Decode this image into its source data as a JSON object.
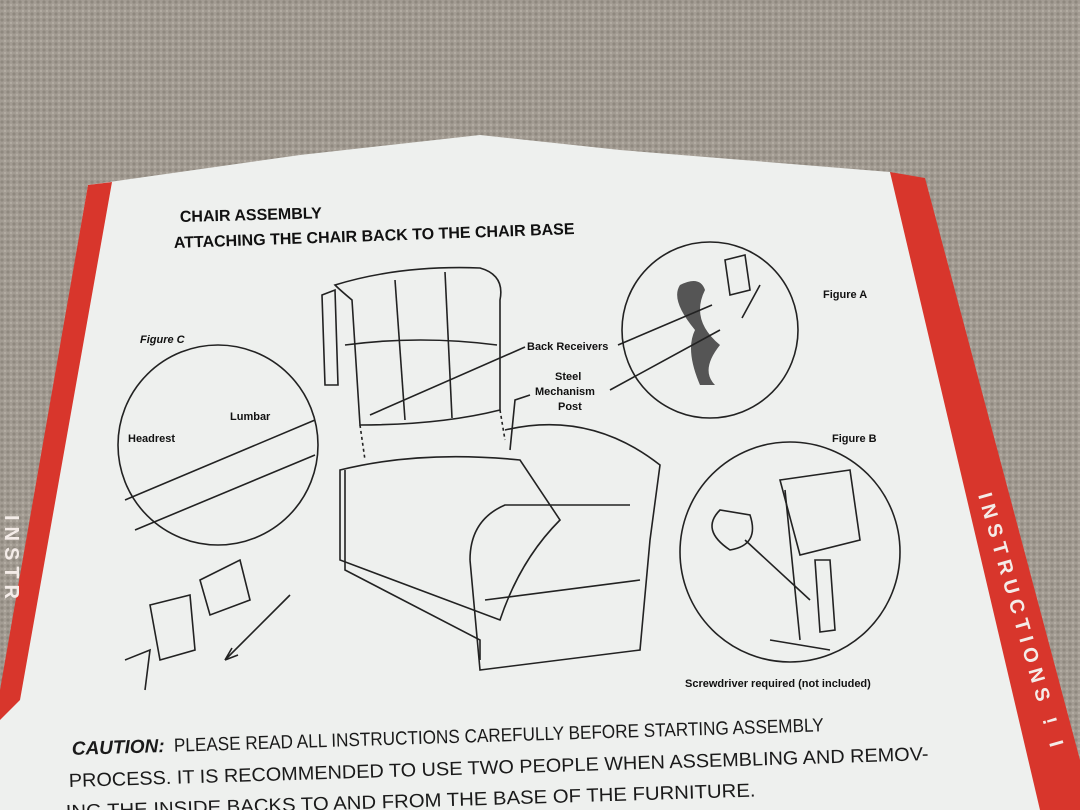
{
  "heading": {
    "line1": "CHAIR ASSEMBLY",
    "line2": "ATTACHING THE CHAIR BACK TO THE CHAIR BASE"
  },
  "labels": {
    "figure_a": "Figure A",
    "figure_b": "Figure B",
    "figure_c": "Figure C",
    "back_receivers": "Back Receivers",
    "steel_1": "Steel",
    "steel_2": "Mechanism",
    "steel_3": "Post",
    "headrest": "Headrest",
    "lumbar": "Lumbar",
    "screwdriver_note": "Screwdriver required (not included)"
  },
  "caution": {
    "prefix": "CAUTION:",
    "line1": "PLEASE READ ALL INSTRUCTIONS CAREFULLY BEFORE STARTING ASSEMBLY",
    "line2": "PROCESS. IT IS RECOMMENDED TO USE TWO PEOPLE WHEN ASSEMBLING AND REMOV-",
    "line3": "ING THE INSIDE BACKS TO AND FROM THE BASE OF THE FURNITURE."
  },
  "side_strips": {
    "right": "INSTRUCTIONS ! I",
    "left": "INSTR"
  },
  "colors": {
    "red": "#d8362c",
    "paper": "#eef0ee",
    "carpet": "#9d968d"
  }
}
